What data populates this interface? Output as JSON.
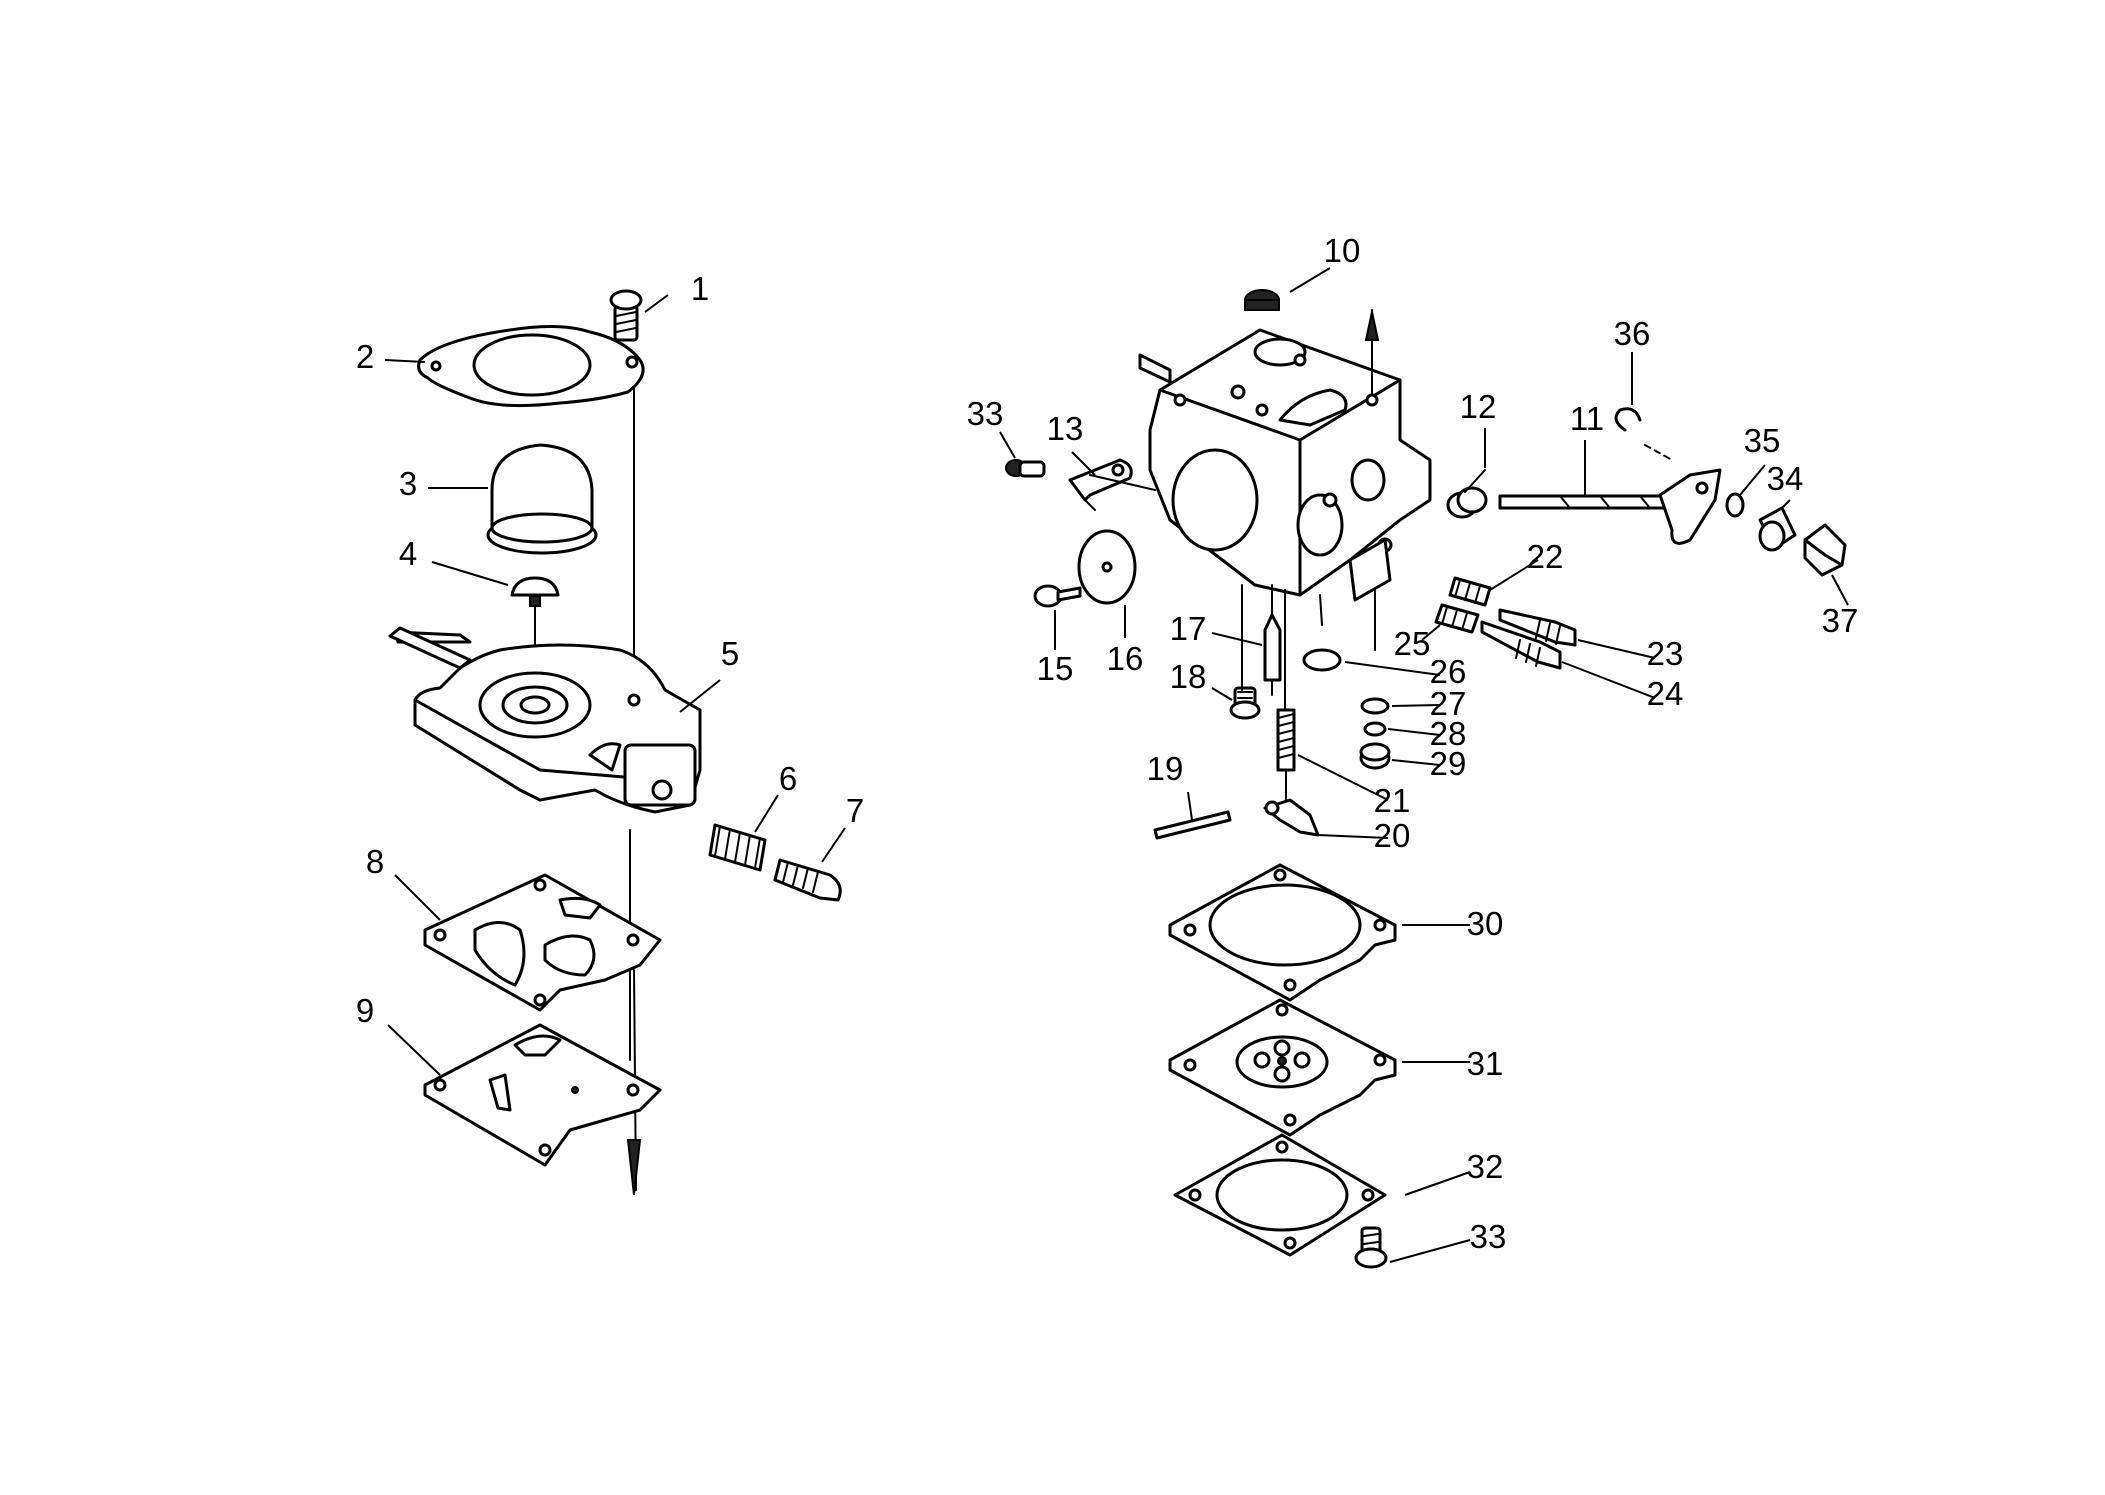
{
  "colors": {
    "line": "#000000",
    "fill": "#ffffff",
    "background": "#ffffff"
  },
  "callouts": [
    {
      "label": "1",
      "icon": "screw-icon"
    },
    {
      "label": "2",
      "icon": "cover-plate-icon"
    },
    {
      "label": "3",
      "icon": "primer-bulb-icon"
    },
    {
      "label": "4",
      "icon": "check-valve-icon"
    },
    {
      "label": "5",
      "icon": "primer-body-icon"
    },
    {
      "label": "6",
      "icon": "spring-icon"
    },
    {
      "label": "7",
      "icon": "adjust-screw-icon"
    },
    {
      "label": "8",
      "icon": "gasket-icon"
    },
    {
      "label": "9",
      "icon": "plate-icon"
    },
    {
      "label": "10",
      "icon": "screen-icon"
    },
    {
      "label": "11",
      "icon": "throttle-shaft-icon"
    },
    {
      "label": "12",
      "icon": "spring-icon"
    },
    {
      "label": "13",
      "icon": "lever-icon"
    },
    {
      "label": "15",
      "icon": "screw-icon"
    },
    {
      "label": "16",
      "icon": "throttle-valve-icon"
    },
    {
      "label": "17",
      "icon": "needle-valve-icon"
    },
    {
      "label": "18",
      "icon": "screw-icon"
    },
    {
      "label": "19",
      "icon": "pin-icon"
    },
    {
      "label": "20",
      "icon": "metering-lever-icon"
    },
    {
      "label": "21",
      "icon": "spring-icon"
    },
    {
      "label": "22",
      "icon": "spring-icon"
    },
    {
      "label": "23",
      "icon": "needle-screw-icon"
    },
    {
      "label": "24",
      "icon": "needle-screw-icon"
    },
    {
      "label": "25",
      "icon": "spring-icon"
    },
    {
      "label": "26",
      "icon": "welch-plug-icon"
    },
    {
      "label": "27",
      "icon": "ring-icon"
    },
    {
      "label": "28",
      "icon": "ring-icon"
    },
    {
      "label": "29",
      "icon": "plug-icon"
    },
    {
      "label": "30",
      "icon": "gasket-icon"
    },
    {
      "label": "31",
      "icon": "diaphragm-icon"
    },
    {
      "label": "32",
      "icon": "gasket-icon"
    },
    {
      "label": "33",
      "icon": "screw-icon"
    },
    {
      "label": "33",
      "icon": "screw-icon"
    },
    {
      "label": "34",
      "icon": "nut-icon"
    },
    {
      "label": "35",
      "icon": "washer-icon"
    },
    {
      "label": "36",
      "icon": "clip-icon"
    },
    {
      "label": "37",
      "icon": "cap-icon"
    }
  ]
}
